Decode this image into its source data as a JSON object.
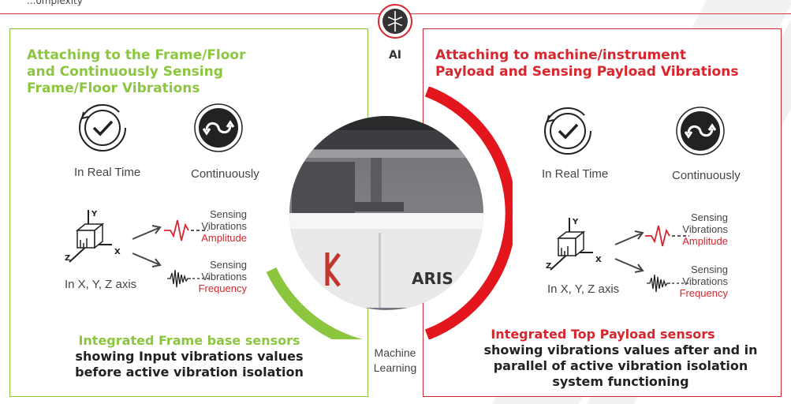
{
  "header": {
    "partial_text": "...omplexity"
  },
  "center": {
    "ai_label": "AI",
    "ml_label": "Machine Learning"
  },
  "left_panel": {
    "title": "Attaching to the Frame/Floor and Continuously Sensing Frame/Floor Vibrations",
    "realtime_label": "In Real Time",
    "continuous_label": "Continuously",
    "axis_label": "In X, Y, Z axis",
    "sensing_amp": {
      "line1": "Sensing",
      "line2": "Vibrations",
      "highlight": "Amplitude"
    },
    "sensing_freq": {
      "line1": "Sensing",
      "line2": "Vibrations",
      "highlight": "Frequency"
    },
    "bottom_heading": "Integrated Frame base sensors",
    "bottom_text": "showing Input vibrations values before active vibration isolation"
  },
  "right_panel": {
    "title": "Attaching to machine/instrument Payload and Sensing Payload Vibrations",
    "realtime_label": "In Real Time",
    "continuous_label": "Continuously",
    "axis_label": "In X, Y, Z axis",
    "sensing_amp": {
      "line1": "Sensing",
      "line2": "Vibrations",
      "highlight": "Amplitude"
    },
    "sensing_freq": {
      "line1": "Sensing",
      "line2": "Vibrations",
      "highlight": "Frequency"
    },
    "bottom_heading": "Integrated Top Payload sensors",
    "bottom_text": "showing vibrations values after and in parallel of active vibration isolation system functioning"
  },
  "photo": {
    "device_brand": "ARIS"
  },
  "colors": {
    "green": "#8cc63f",
    "red": "#d7262e",
    "text": "#444444"
  },
  "icons": [
    "brain-icon",
    "clock-check-icon",
    "sync-arrows-icon",
    "xyz-axis-cube-icon",
    "waveform-icon",
    "arrow-icon"
  ]
}
